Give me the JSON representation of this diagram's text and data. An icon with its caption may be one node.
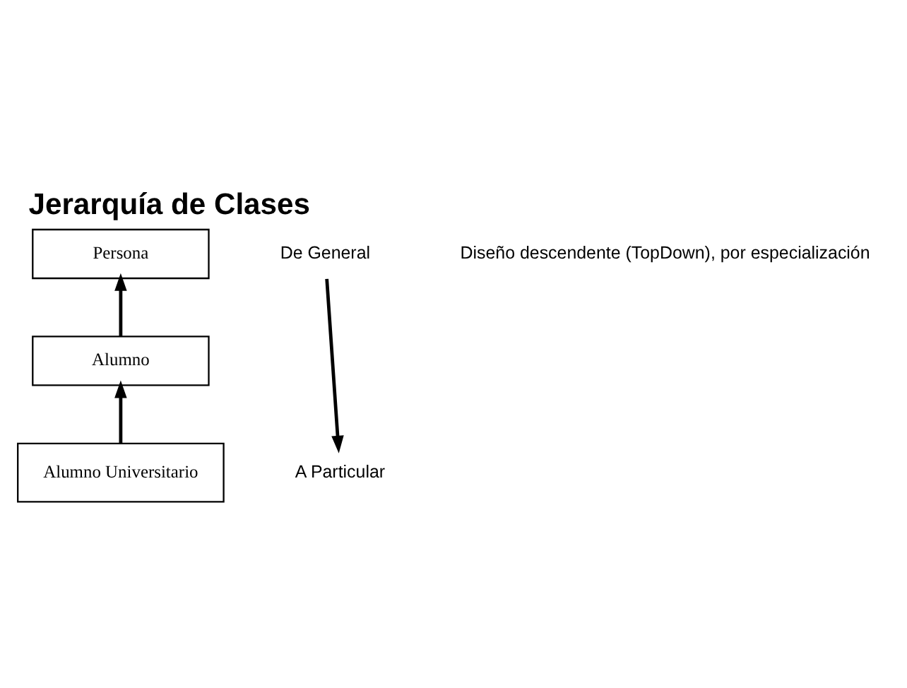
{
  "diagram": {
    "title": "Jerarquía de Clases",
    "nodes": [
      {
        "text": [
          "Persona"
        ]
      },
      {
        "text": [
          "Alumno"
        ]
      },
      {
        "text": [
          "Alumno Universitario"
        ]
      },
      {
        "text": [
          "De General"
        ]
      },
      {
        "text": [
          "A Particular"
        ]
      }
    ],
    "edges": [
      {
        "from": 1,
        "to": 0,
        "arrow": "to"
      },
      {
        "from": 2,
        "to": 1,
        "arrow": "to"
      },
      {
        "from": 3,
        "to": 4,
        "arrow": "to"
      }
    ],
    "labels": [
      "Diseño descendente (TopDown), por especialización"
    ]
  }
}
